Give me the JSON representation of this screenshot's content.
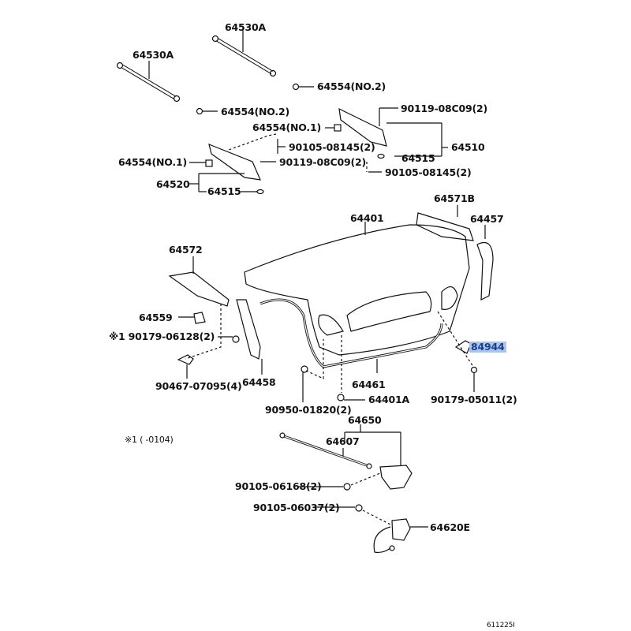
{
  "diagram": {
    "labels": [
      {
        "id": "strut-right",
        "text": "64530A"
      },
      {
        "id": "strut-left",
        "text": "64530A"
      },
      {
        "id": "cushion-no2-right",
        "text": "64554(NO.2)"
      },
      {
        "id": "cushion-no2-left",
        "text": "64554(NO.2)"
      },
      {
        "id": "cushion-no1-right",
        "text": "64554(NO.1)"
      },
      {
        "id": "bolt-90119-right",
        "text": "90119-08C09(2)"
      },
      {
        "id": "bolt-90105-upper",
        "text": "90105-08145(2)"
      },
      {
        "id": "bolt-90119-left",
        "text": "90119-08C09(2)"
      },
      {
        "id": "hinge-right",
        "text": "64510"
      },
      {
        "id": "bushing-right",
        "text": "64515"
      },
      {
        "id": "cushion-no1-left",
        "text": "64554(NO.1)"
      },
      {
        "id": "bolt-90105-lower",
        "text": "90105-08145(2)"
      },
      {
        "id": "hinge-left",
        "text": "64520"
      },
      {
        "id": "bushing-left",
        "text": "64515"
      },
      {
        "id": "part-64571b",
        "text": "64571B"
      },
      {
        "id": "part-64457",
        "text": "64457"
      },
      {
        "id": "luggage-door",
        "text": "64401"
      },
      {
        "id": "part-64572",
        "text": "64572"
      },
      {
        "id": "part-64559",
        "text": "64559"
      },
      {
        "id": "clip-90179-06128",
        "text": "※1  90179-06128(2)"
      },
      {
        "id": "part-84944",
        "text": "84944"
      },
      {
        "id": "clip-90467",
        "text": "90467-07095(4)"
      },
      {
        "id": "part-64458",
        "text": "64458"
      },
      {
        "id": "weatherstrip",
        "text": "64461"
      },
      {
        "id": "part-64401a",
        "text": "64401A"
      },
      {
        "id": "nut-90179-05011",
        "text": "90179-05011(2)"
      },
      {
        "id": "part-90950",
        "text": "90950-01820(2)"
      },
      {
        "id": "lock-assy",
        "text": "64650"
      },
      {
        "id": "footnote",
        "text": "※1 (      -0104)"
      },
      {
        "id": "cable-64607",
        "text": "64607"
      },
      {
        "id": "bolt-90105-06168",
        "text": "90105-06168(2)"
      },
      {
        "id": "bolt-90105-06037",
        "text": "90105-06037(2)"
      },
      {
        "id": "opener-motor",
        "text": "64620E"
      },
      {
        "id": "figure-code",
        "text": "611225I"
      }
    ],
    "highlight_color": "#a9c6ee",
    "highlight_text_color": "#1b3f8c"
  }
}
